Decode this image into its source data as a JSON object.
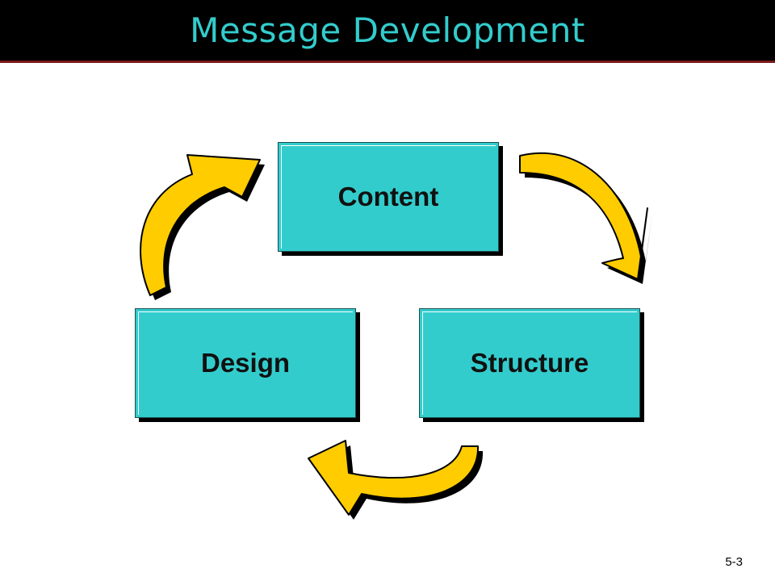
{
  "slide": {
    "title": "Message Development",
    "number": "5-3"
  },
  "diagram": {
    "nodes": [
      {
        "id": "content",
        "label": "Content"
      },
      {
        "id": "structure",
        "label": "Structure"
      },
      {
        "id": "design",
        "label": "Design"
      }
    ],
    "edges": [
      {
        "from": "content",
        "to": "structure"
      },
      {
        "from": "structure",
        "to": "design"
      },
      {
        "from": "design",
        "to": "content"
      }
    ],
    "colors": {
      "title_bar": "#000000",
      "title_text": "#33cccc",
      "box_fill": "#33cccc",
      "arrow_fill": "#ffcc00",
      "shadow": "#000000"
    }
  }
}
